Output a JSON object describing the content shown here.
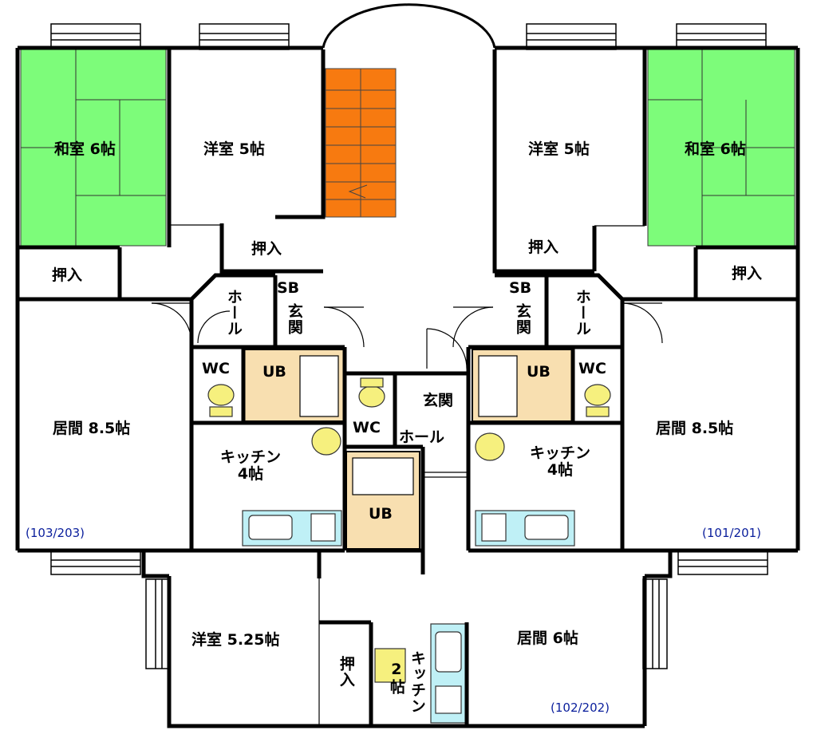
{
  "unit_labels": {
    "left": "(103/203)",
    "right": "(101/201)",
    "bottom": "(102/202)"
  },
  "rooms": {
    "left_washitsu": "和室 6帖",
    "left_youshitsu": "洋室 5帖",
    "right_youshitsu": "洋室 5帖",
    "right_washitsu": "和室 6帖",
    "left_oshiire_1": "押入",
    "left_oshiire_2": "押入",
    "right_oshiire_1": "押入",
    "right_oshiire_2": "押入",
    "left_sb": "SB",
    "left_genkan": "玄関",
    "left_hall": "ホール",
    "right_sb": "SB",
    "right_genkan": "玄関",
    "right_hall": "ホール",
    "left_wc": "WC",
    "left_ub": "UB",
    "right_ub": "UB",
    "right_wc": "WC",
    "left_ima": "居間 8.5帖",
    "right_ima": "居間 8.5帖",
    "left_kitchen": "キッチン",
    "left_kitchen_size": "4帖",
    "right_kitchen": "キッチン",
    "right_kitchen_size": "4帖",
    "center_wc": "WC",
    "center_genkan": "玄関",
    "center_hall": "ホール",
    "center_ub": "UB",
    "bottom_youshitsu": "洋室 5.25帖",
    "bottom_oshiire": "押入",
    "bottom_kitchen": "キッチン",
    "bottom_kitchen_size": "2帖",
    "bottom_ima": "居間 6帖"
  },
  "colors": {
    "tatami": "#7dfc7a",
    "stair": "#f77a10",
    "bath": "#f8dfb0",
    "toilet": "#f6f07e",
    "fixture": "#bff0f6",
    "wall": "#000000",
    "unit_text": "#0a1e9c"
  }
}
